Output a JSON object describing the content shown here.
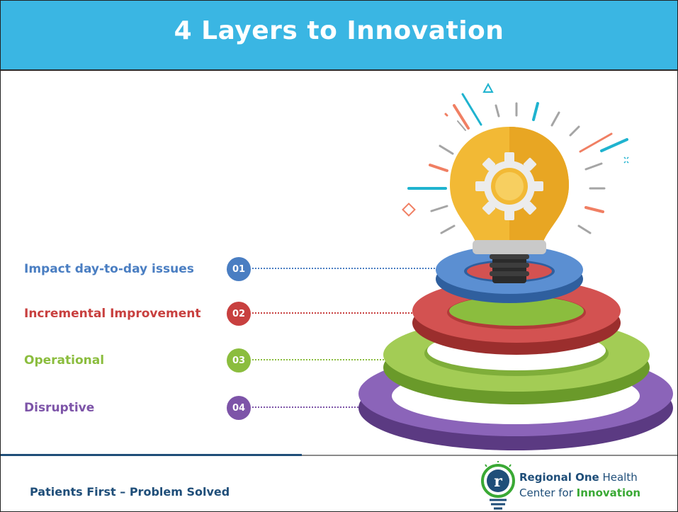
{
  "slide": {
    "title": "4 Layers to Innovation",
    "footer": "Patients First – Problem Solved"
  },
  "layers": [
    {
      "number": "01",
      "label": "Impact day-to-day issues",
      "color": "#4a7ec2"
    },
    {
      "number": "02",
      "label": "Incremental Improvement",
      "color": "#c8403f"
    },
    {
      "number": "03",
      "label": "Operational",
      "color": "#8bbd3e"
    },
    {
      "number": "04",
      "label": "Disruptive",
      "color": "#7d54a8"
    }
  ],
  "logo": {
    "org_bold": "Regional One",
    "org_rest": " Health",
    "sub_prefix": "Center for ",
    "sub_bold": "Innovation"
  },
  "colors": {
    "header": "#3ab6e3",
    "bulb": "#f2b935",
    "footer_text": "#1f4e79"
  },
  "icons": [
    "lightbulb-gear-icon",
    "regional-one-health-logo-icon"
  ]
}
